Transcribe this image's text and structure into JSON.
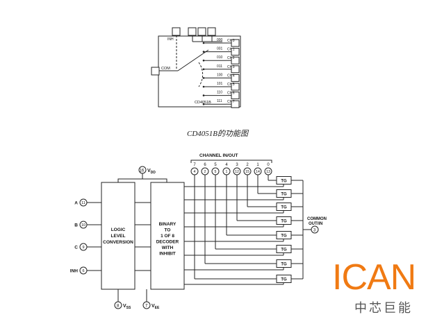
{
  "top_diagram": {
    "chip_label": "CD4051B",
    "inh_label": "INH",
    "com_label": "COM",
    "codes": [
      "000",
      "001",
      "010",
      "011",
      "100",
      "101",
      "110",
      "111"
    ],
    "channels": [
      "Ch 0",
      "Ch 1",
      "Ch 2",
      "Ch 3",
      "Ch 4",
      "Ch 5",
      "Ch 6",
      "Ch 7"
    ]
  },
  "caption": "CD4051B的功能图",
  "block_diagram": {
    "header": "CHANNEL IN/OUT",
    "channel_numbers": [
      "7",
      "6",
      "5",
      "4",
      "3",
      "2",
      "1",
      "0"
    ],
    "channel_pins": [
      "4",
      "2",
      "5",
      "1",
      "12",
      "15",
      "14",
      "13"
    ],
    "vdd_pin": "16",
    "vdd_label": "V",
    "vdd_sub": "DD",
    "vss_pin": "8",
    "vss_label": "V",
    "vss_sub": "SS",
    "vee_pin": "7",
    "vee_label": "V",
    "vee_sub": "EE",
    "inputs": [
      {
        "name": "A",
        "pin": "11"
      },
      {
        "name": "B",
        "pin": "10"
      },
      {
        "name": "C",
        "pin": "9"
      },
      {
        "name": "INH",
        "pin": "6"
      }
    ],
    "logic_block": [
      "LOGIC",
      "LEVEL",
      "CONVERSION"
    ],
    "decoder_block": [
      "BINARY",
      "TO",
      "1 OF 8",
      "DECODER",
      "WITH",
      "INHIBIT"
    ],
    "gate_label": "TG",
    "common_label": [
      "COMMON",
      "OUT/IN"
    ],
    "common_pin": "3"
  },
  "logo": {
    "brand": "ICAN",
    "sub": "中芯巨能"
  },
  "colors": {
    "logo_orange": "#f07a13",
    "line": "#222222"
  }
}
